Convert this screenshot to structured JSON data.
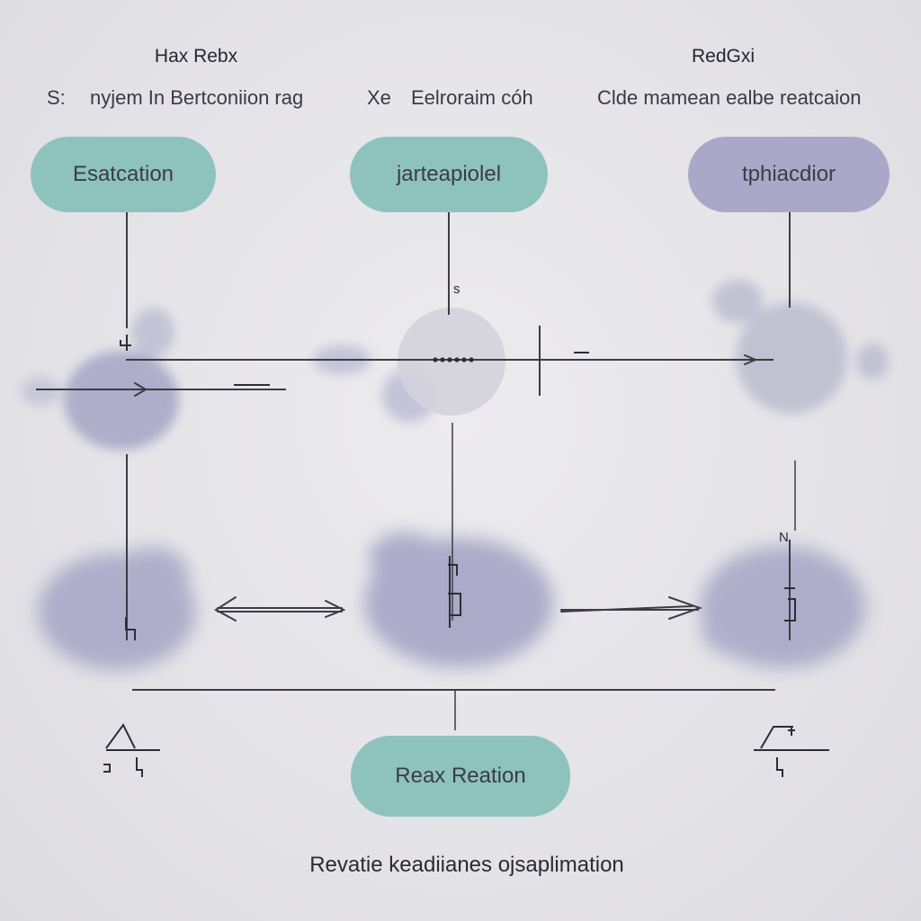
{
  "headings": {
    "left": "Hax Rebx",
    "right": "RedGxi"
  },
  "subtitles": {
    "left_a": "S:",
    "left_b": "nyjem  In Bertconiion rag",
    "middle_a": "Xe",
    "middle_b": "Eelroraim cóh",
    "right": "Clde mamean ealbe reatcaion"
  },
  "pills": {
    "left": "Esatcation",
    "middle": "jarteapiolel",
    "right": "tphiacdior",
    "bottom": "Reax  Reation"
  },
  "marks": {
    "s": "s",
    "n": "N"
  },
  "caption": "Revatie keadiianes ojsaplimation",
  "colors": {
    "teal": "#8ec2bd",
    "lavender": "#a9a8c8",
    "blob": "#9d9bc0",
    "line": "#3c3c44",
    "background": "#e4e3e7"
  }
}
